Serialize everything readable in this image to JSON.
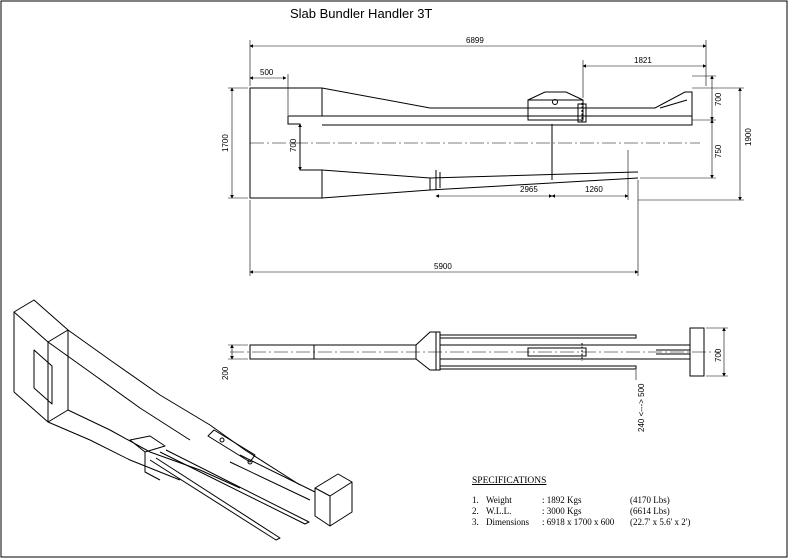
{
  "title": "Slab Bundler Handler 3T",
  "top_view": {
    "dim_overall": "6899",
    "dim_left": "500",
    "dim_right_top": "1821",
    "dim_height": "1700",
    "dim_inner": "700",
    "dim_right_700": "700",
    "dim_right_750": "750",
    "dim_total_height": "1900",
    "dim_2965": "2965",
    "dim_1260": "1260",
    "dim_bottom": "5900"
  },
  "side_view": {
    "dim_left_height": "200",
    "dim_right_height": "700",
    "dim_stroke": "240 <---> 500"
  },
  "specifications": {
    "heading": "SPECIFICATIONS",
    "items": [
      {
        "num": "1.",
        "label": "Weight",
        "value": ": 1892 Kgs",
        "imperial": "(4170 Lbs)"
      },
      {
        "num": "2.",
        "label": "W.L.L.",
        "value": ": 3000 Kgs",
        "imperial": "(6614 Lbs)"
      },
      {
        "num": "3.",
        "label": "Dimensions",
        "value": ": 6918 x 1700 x 600",
        "imperial": "(22.7' x 5.6' x 2')"
      }
    ]
  }
}
